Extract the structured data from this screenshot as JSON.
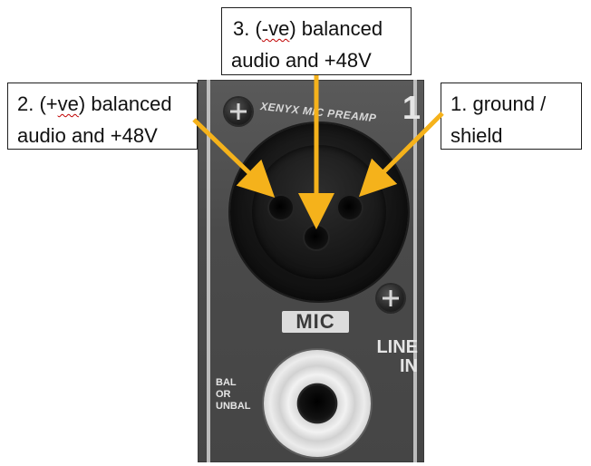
{
  "panel": {
    "preamp_text": "XENYX MIC PREAMP",
    "channel_number": "1",
    "mic_label": "MIC",
    "line_in_lines": [
      "LINE",
      "IN"
    ],
    "bal_lines": [
      "BAL",
      "OR",
      "UNBAL"
    ]
  },
  "callouts": {
    "pin3": {
      "line1_prefix": "3. (",
      "line1_underlined": "-ve",
      "line1_suffix": ") balanced",
      "line2": "audio and +48V"
    },
    "pin2": {
      "line1_prefix": "2. (+",
      "line1_underlined": "ve",
      "line1_suffix": ") balanced",
      "line2": "audio and +48V"
    },
    "pin1": {
      "line1": "1. ground /",
      "line2": "shield"
    }
  },
  "colors": {
    "arrow": "#f5b21b",
    "panel": "#4d4d4d",
    "badge": "#dcdcdc",
    "text": "#111111"
  }
}
